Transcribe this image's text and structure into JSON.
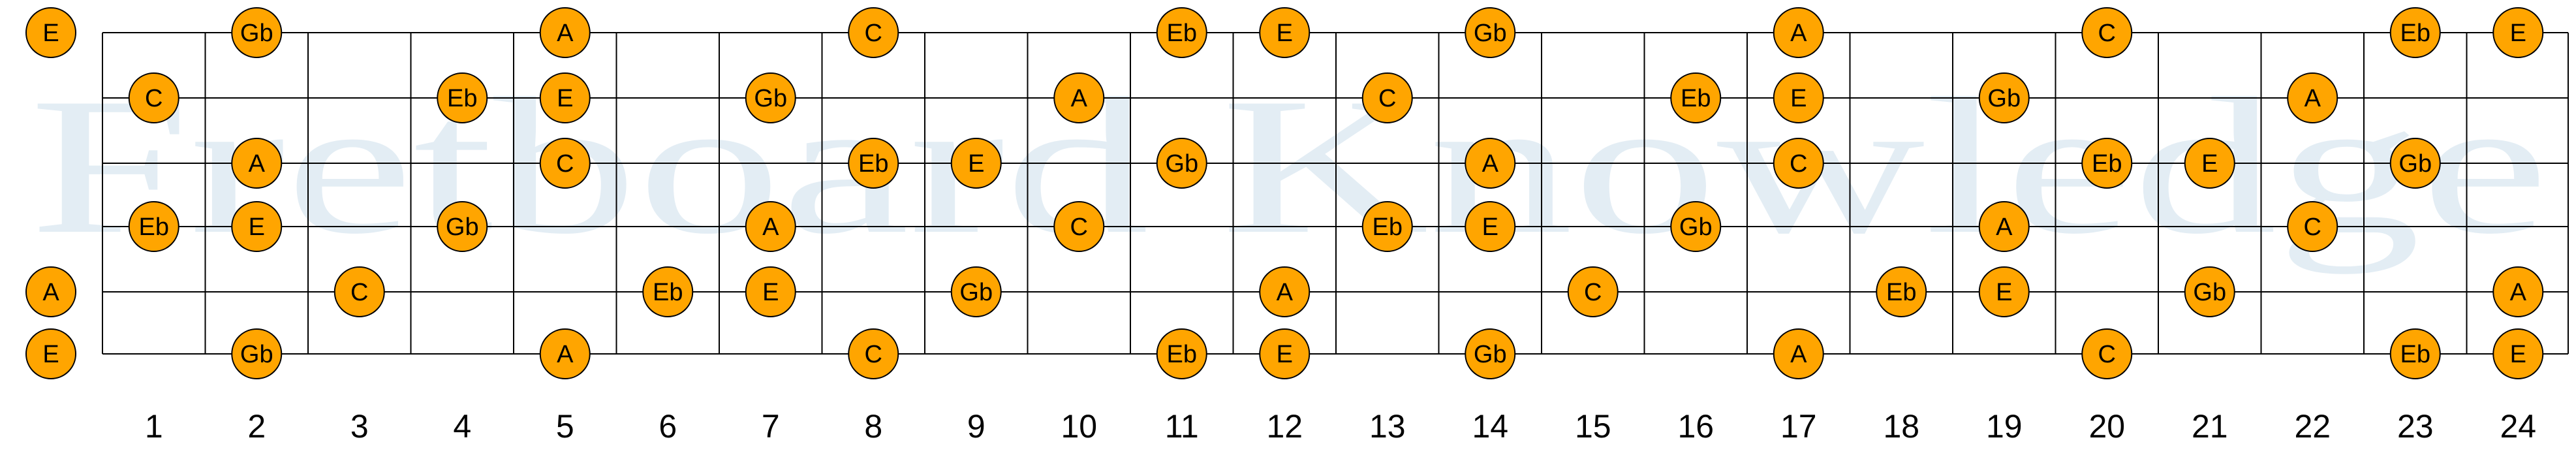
{
  "watermark": "Fretboard Knowledge",
  "fret_numbers": [
    "1",
    "2",
    "3",
    "4",
    "5",
    "6",
    "7",
    "8",
    "9",
    "10",
    "11",
    "12",
    "13",
    "14",
    "15",
    "16",
    "17",
    "18",
    "19",
    "20",
    "21",
    "22",
    "23",
    "24"
  ],
  "note_color": "#FFA500",
  "line_color": "#000000",
  "watermark_color": "#e3edf4",
  "strings": [
    {
      "string": 1,
      "notes": [
        {
          "fret": 0,
          "note": "E"
        },
        {
          "fret": 2,
          "note": "Gb"
        },
        {
          "fret": 5,
          "note": "A"
        },
        {
          "fret": 8,
          "note": "C"
        },
        {
          "fret": 11,
          "note": "Eb"
        },
        {
          "fret": 12,
          "note": "E"
        },
        {
          "fret": 14,
          "note": "Gb"
        },
        {
          "fret": 17,
          "note": "A"
        },
        {
          "fret": 20,
          "note": "C"
        },
        {
          "fret": 23,
          "note": "Eb"
        },
        {
          "fret": 24,
          "note": "E"
        }
      ]
    },
    {
      "string": 2,
      "notes": [
        {
          "fret": 1,
          "note": "C"
        },
        {
          "fret": 4,
          "note": "Eb"
        },
        {
          "fret": 5,
          "note": "E"
        },
        {
          "fret": 7,
          "note": "Gb"
        },
        {
          "fret": 10,
          "note": "A"
        },
        {
          "fret": 13,
          "note": "C"
        },
        {
          "fret": 16,
          "note": "Eb"
        },
        {
          "fret": 17,
          "note": "E"
        },
        {
          "fret": 19,
          "note": "Gb"
        },
        {
          "fret": 22,
          "note": "A"
        }
      ]
    },
    {
      "string": 3,
      "notes": [
        {
          "fret": 2,
          "note": "A"
        },
        {
          "fret": 5,
          "note": "C"
        },
        {
          "fret": 8,
          "note": "Eb"
        },
        {
          "fret": 9,
          "note": "E"
        },
        {
          "fret": 11,
          "note": "Gb"
        },
        {
          "fret": 14,
          "note": "A"
        },
        {
          "fret": 17,
          "note": "C"
        },
        {
          "fret": 20,
          "note": "Eb"
        },
        {
          "fret": 21,
          "note": "E"
        },
        {
          "fret": 23,
          "note": "Gb"
        }
      ]
    },
    {
      "string": 4,
      "notes": [
        {
          "fret": 1,
          "note": "Eb"
        },
        {
          "fret": 2,
          "note": "E"
        },
        {
          "fret": 4,
          "note": "Gb"
        },
        {
          "fret": 7,
          "note": "A"
        },
        {
          "fret": 10,
          "note": "C"
        },
        {
          "fret": 13,
          "note": "Eb"
        },
        {
          "fret": 14,
          "note": "E"
        },
        {
          "fret": 16,
          "note": "Gb"
        },
        {
          "fret": 19,
          "note": "A"
        },
        {
          "fret": 22,
          "note": "C"
        }
      ]
    },
    {
      "string": 5,
      "notes": [
        {
          "fret": 0,
          "note": "A"
        },
        {
          "fret": 3,
          "note": "C"
        },
        {
          "fret": 6,
          "note": "Eb"
        },
        {
          "fret": 7,
          "note": "E"
        },
        {
          "fret": 9,
          "note": "Gb"
        },
        {
          "fret": 12,
          "note": "A"
        },
        {
          "fret": 15,
          "note": "C"
        },
        {
          "fret": 18,
          "note": "Eb"
        },
        {
          "fret": 19,
          "note": "E"
        },
        {
          "fret": 21,
          "note": "Gb"
        },
        {
          "fret": 24,
          "note": "A"
        }
      ]
    },
    {
      "string": 6,
      "notes": [
        {
          "fret": 0,
          "note": "E"
        },
        {
          "fret": 2,
          "note": "Gb"
        },
        {
          "fret": 5,
          "note": "A"
        },
        {
          "fret": 8,
          "note": "C"
        },
        {
          "fret": 11,
          "note": "Eb"
        },
        {
          "fret": 12,
          "note": "E"
        },
        {
          "fret": 14,
          "note": "Gb"
        },
        {
          "fret": 17,
          "note": "A"
        },
        {
          "fret": 20,
          "note": "C"
        },
        {
          "fret": 23,
          "note": "Eb"
        },
        {
          "fret": 24,
          "note": "E"
        }
      ]
    }
  ]
}
